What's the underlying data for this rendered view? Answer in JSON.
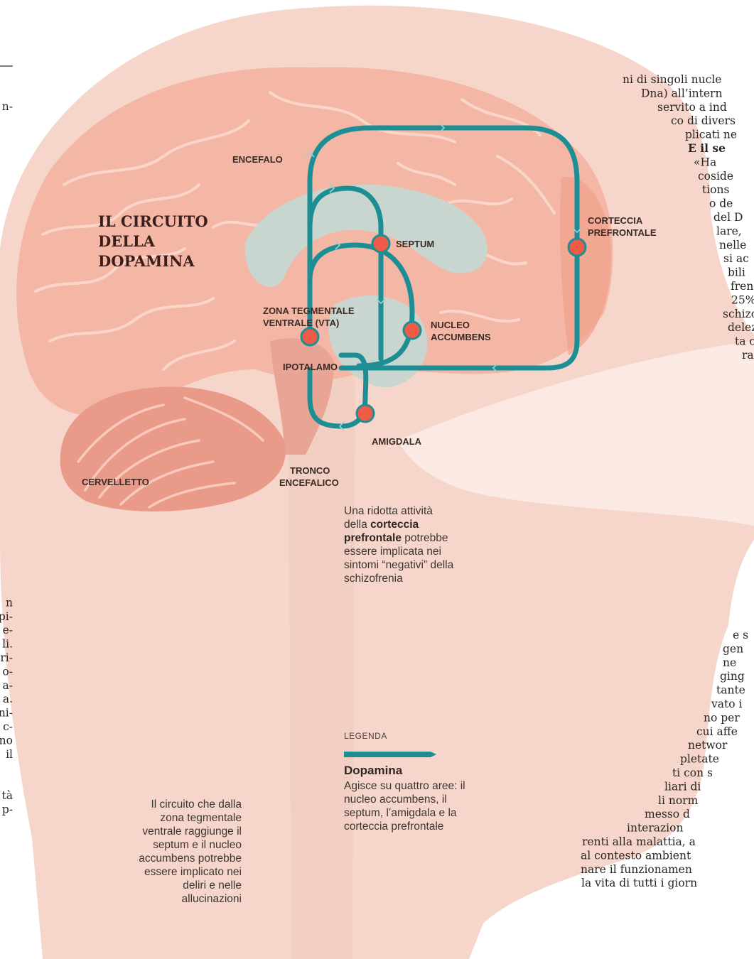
{
  "diagram": {
    "title_lines": [
      "IL CIRCUITO",
      "DELLA",
      "DOPAMINA"
    ],
    "labels": {
      "encefalo": "ENCEFALO",
      "corteccia": [
        "CORTECCIA",
        "PREFRONTALE"
      ],
      "septum": "SEPTUM",
      "vta": [
        "ZONA TEGMENTALE",
        "VENTRALE (VTA)"
      ],
      "nucleo": [
        "NUCLEO",
        "ACCUMBENS"
      ],
      "ipotalamo": "IPOTALAMO",
      "amigdala": "AMIGDALA",
      "tronco": [
        "TRONCO",
        "ENCEFALICO"
      ],
      "cervelletto": "CERVELLETTO"
    },
    "colors": {
      "circuit": "#1e8e95",
      "node": "#ee5c48",
      "brain": "#f4b7a6",
      "head": "#f6d6cb",
      "ventricle": "#c9d5cf"
    }
  },
  "caption_prefrontal": {
    "before": "Una ridotta attività della ",
    "bold": "corteccia prefrontale",
    "after": " potrebbe essere implicata nei sintomi “negativi” della schizofrenia"
  },
  "legend": {
    "title": "LEGENDA",
    "item_title": "Dopamina",
    "item_desc": "Agisce su quattro aree: il nucleo accumbens, il septum, l’amigdala e la corteccia prefrontale"
  },
  "caption_vta": "Il circuito che dalla zona tegmentale ventrale raggiunge il septum e il nucleo accumbens potrebbe essere implicato nei deliri e nelle allucinazioni",
  "text_left": [
    "n-",
    "",
    "",
    "",
    "",
    "",
    "",
    "",
    "",
    "",
    "",
    "",
    "",
    "",
    "",
    "",
    "",
    "",
    "",
    "",
    "",
    "",
    "",
    "",
    "",
    "",
    "",
    "",
    "",
    "",
    "",
    "",
    "",
    "",
    "",
    "",
    "n",
    "pi-",
    "e-",
    "li.",
    "ri-",
    "o-",
    "a-",
    "a.",
    "ni-",
    "c-",
    "no",
    "il",
    "",
    "",
    "tà",
    "p-"
  ],
  "text_right_top": [
    "ni di singoli nucle",
    "Dna) all’intern",
    "servito a ind",
    "co di divers",
    "plicati ne",
    "E il se",
    "«Ha",
    "coside",
    "tions",
    "o de",
    "del D",
    "lare,",
    "nelle",
    "si ac",
    "bili",
    "fren",
    "25%.",
    "schizo",
    "delezi",
    "ta ch",
    "ra"
  ],
  "text_right_bottom": [
    "e s",
    "gen",
    "ne",
    "ging",
    "tante",
    "vato i",
    "no per",
    "cui affe",
    "networ",
    "pletate",
    "ti con s",
    "liari di",
    "li norm",
    "messo d",
    "interazion",
    "renti alla malattia, a",
    "al contesto ambient",
    "nare il funzionamen",
    "la vita di tutti i giorn"
  ]
}
